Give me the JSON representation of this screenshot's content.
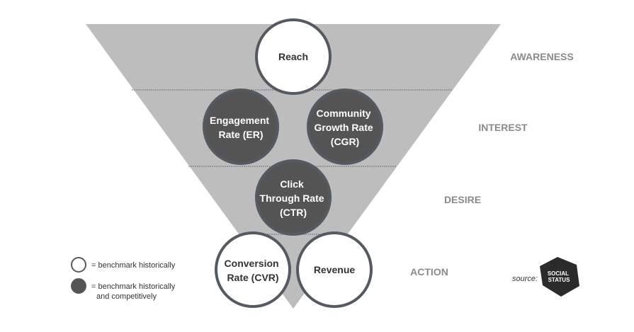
{
  "colors": {
    "funnel": "#bdbdbd",
    "ring": "#555a60",
    "dark_fill": "#545454",
    "light_fill": "#ffffff",
    "stage_label": "#8a8a8a",
    "logo": "#2b2b2b"
  },
  "stages": {
    "awareness": "AWARENESS",
    "interest": "INTEREST",
    "desire": "DESIRE",
    "action": "ACTION"
  },
  "metrics": {
    "reach": {
      "lines": [
        "Reach"
      ],
      "benchmark": "historically"
    },
    "er": {
      "lines": [
        "Engagement",
        "Rate (ER)"
      ],
      "benchmark": "historically and competitively"
    },
    "cgr": {
      "lines": [
        "Community",
        "Growth Rate",
        "(CGR)"
      ],
      "benchmark": "historically and competitively"
    },
    "ctr": {
      "lines": [
        "Click",
        "Through Rate",
        "(CTR)"
      ],
      "benchmark": "historically and competitively"
    },
    "cvr": {
      "lines": [
        "Conversion",
        "Rate (CVR)"
      ],
      "benchmark": "historically"
    },
    "revenue": {
      "lines": [
        "Revenue"
      ],
      "benchmark": "historically"
    }
  },
  "legend": {
    "light_label": "= benchmark historically",
    "dark_label_line1": "= benchmark historically",
    "dark_label_line2": "and competitively"
  },
  "source": {
    "label": "source:",
    "logo_line1": "SOCIAL",
    "logo_line2": "STATUS"
  }
}
